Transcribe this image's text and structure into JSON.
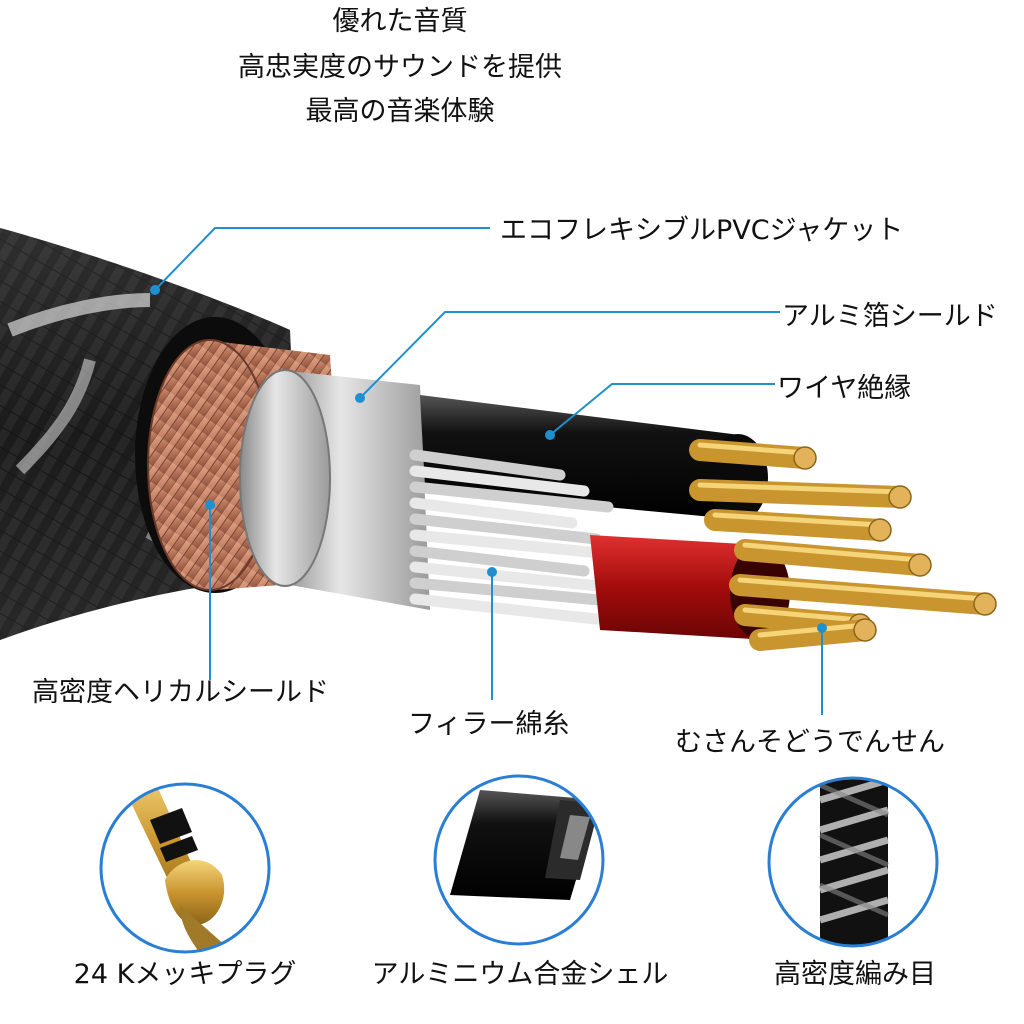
{
  "headline": {
    "line1": "優れた音質",
    "line2": "高忠実度のサウンドを提供",
    "line3": "最高の音楽体験"
  },
  "callouts": {
    "jacket": "エコフレキシブルPVCジャケット",
    "foil": "アルミ箔シールド",
    "insulation": "ワイヤ絶縁",
    "helical": "高密度ヘリカルシールド",
    "filler": "フィラー綿糸",
    "copper": "むさんそどうでんせん"
  },
  "features": [
    {
      "label": "24 Kメッキプラグ"
    },
    {
      "label": "アルミニウム合金シェル"
    },
    {
      "label": "高密度編み目"
    }
  ],
  "colors": {
    "leader": "#1f8fd0",
    "jacket": "#1c1c1c",
    "copper_braid": "#c88a6c",
    "foil": "#b9b9b9",
    "red_insulation": "#b01010",
    "gold_strands": "#d4a645",
    "circle_border": "#2a7fd4"
  }
}
